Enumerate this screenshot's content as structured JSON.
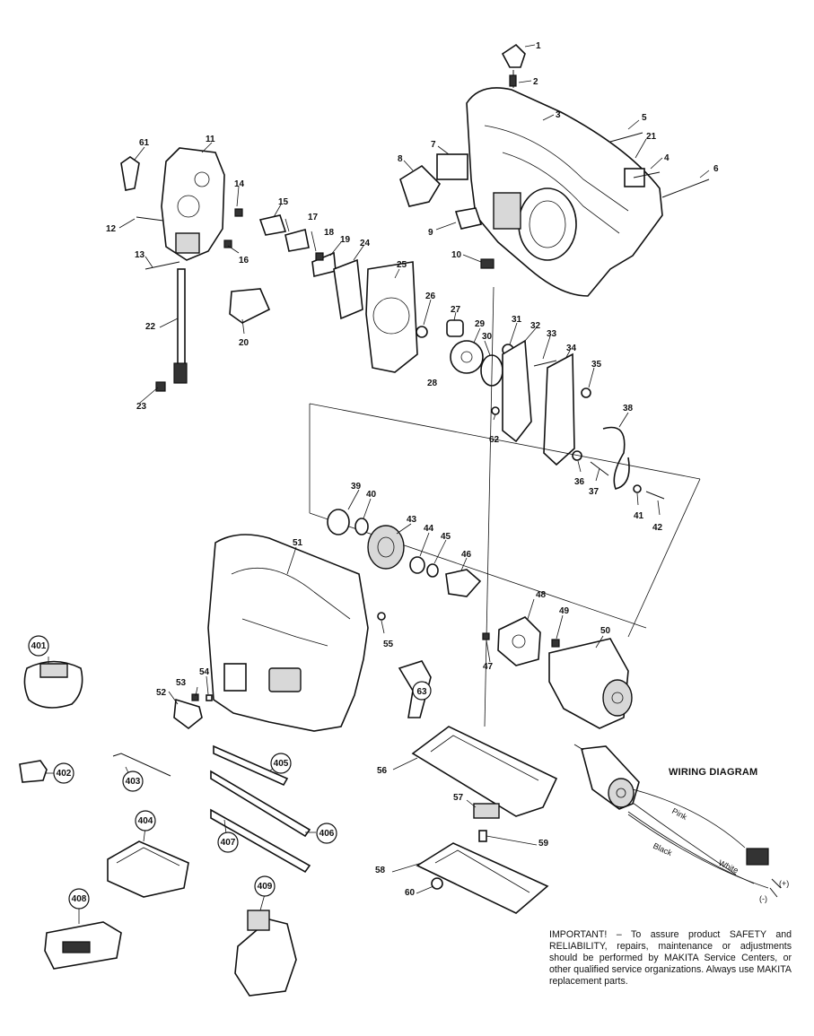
{
  "callouts": [
    "1",
    "2",
    "3",
    "4",
    "5",
    "6",
    "7",
    "8",
    "9",
    "10",
    "11",
    "12",
    "13",
    "14",
    "15",
    "16",
    "17",
    "18",
    "19",
    "20",
    "21",
    "22",
    "23",
    "24",
    "25",
    "26",
    "27",
    "28",
    "29",
    "30",
    "31",
    "32",
    "33",
    "34",
    "35",
    "36",
    "37",
    "38",
    "39",
    "40",
    "41",
    "42",
    "43",
    "44",
    "45",
    "46",
    "47",
    "48",
    "49",
    "50",
    "51",
    "52",
    "53",
    "54",
    "55",
    "56",
    "57",
    "58",
    "59",
    "60",
    "61",
    "62"
  ],
  "circled_callouts": [
    "63",
    "401",
    "402",
    "403",
    "404",
    "405",
    "406",
    "407",
    "408",
    "409"
  ],
  "wiring": {
    "title": "WIRING DIAGRAM",
    "wire_pink": "Pink",
    "wire_black": "Black",
    "wire_white": "White",
    "terminal_pos": "(+)",
    "terminal_neg": "(-)"
  },
  "note": "IMPORTANT! – To assure product SAFETY and RELIABILITY, repairs, maintenance or adjustments should be performed by MAKITA Service Centers, or other qualified service organizations. Always use MAKITA replacement parts."
}
